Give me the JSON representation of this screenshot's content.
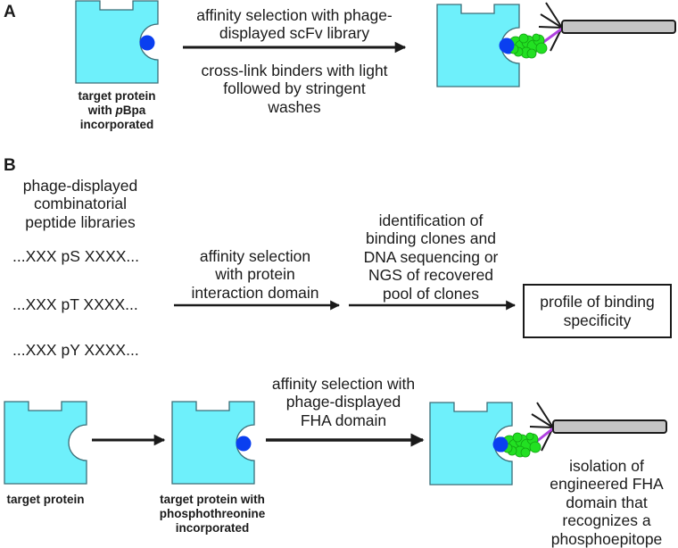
{
  "colors": {
    "protein_fill": "#6ef0fb",
    "protein_stroke": "#3c6e78",
    "ligand_blue": "#0a3ff0",
    "scfv_green": "#22e022",
    "scfv_dark": "#12a012",
    "linker_magenta": "#b040e0",
    "phage_gray": "#c4c4c4",
    "ink": "#1a1a1a"
  },
  "panel_a": {
    "label": "A",
    "target_caption": {
      "line1": "target protein",
      "line2_prefix": "with ",
      "line2_italic": "p",
      "line2_suffix": "Bpa",
      "line3": "incorporated"
    },
    "arrow_top_text": [
      "affinity selection with phage-",
      "displayed scFv library"
    ],
    "arrow_bottom_text": [
      "cross-link binders with light",
      "followed by stringent",
      "washes"
    ],
    "icons": {
      "target": "protein-with-pbpa-icon",
      "complex": "phage-scfv-complex-icon"
    }
  },
  "panel_b": {
    "label": "B",
    "library_title": [
      "phage-displayed",
      "combinatorial",
      "peptide libraries"
    ],
    "peptides": [
      "...XXX pS XXXX...",
      "...XXX pT XXXX...",
      "...XXX pY XXXX..."
    ],
    "step1_text": [
      "affinity selection",
      "with protein",
      "interaction domain"
    ],
    "step2_text": [
      "identification of",
      "binding clones and",
      "DNA sequencing or",
      "NGS of recovered",
      "pool of clones"
    ],
    "result_text": [
      "profile of binding",
      "specificity"
    ],
    "bottom_row": {
      "target_caption": "target protein",
      "modified_caption": [
        "target protein with",
        "phosphothreonine",
        "incorporated"
      ],
      "selection_text": [
        "affinity selection with",
        "phage-displayed",
        "FHA domain"
      ],
      "result_text": [
        "isolation of",
        "engineered FHA",
        "domain that",
        "recognizes a",
        "phosphoepitope"
      ]
    }
  }
}
